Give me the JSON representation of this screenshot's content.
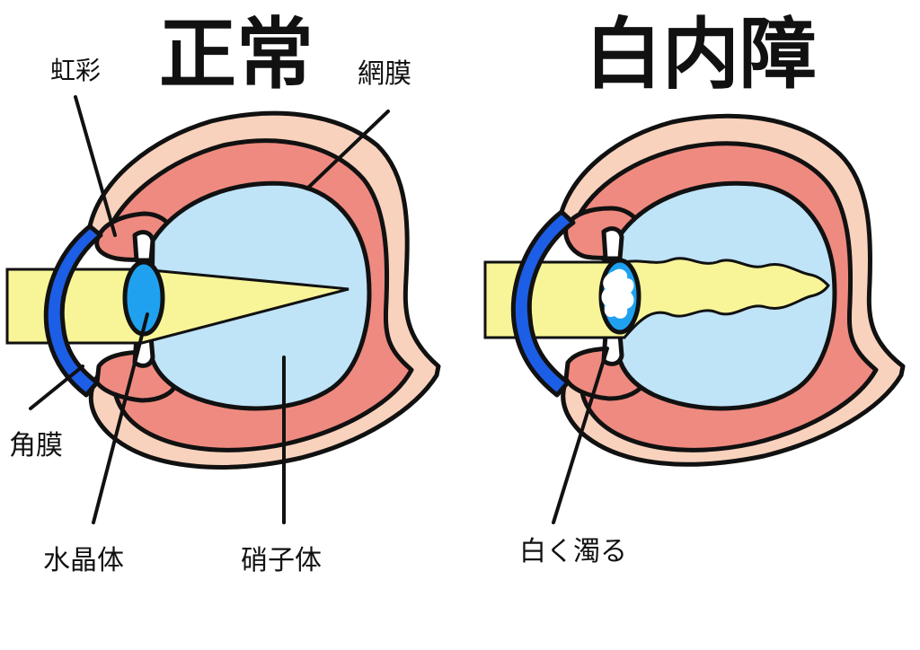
{
  "titles": {
    "normal": "正常",
    "cataract": "白内障"
  },
  "labels": {
    "iris": "虹彩",
    "retina": "網膜",
    "cornea": "角膜",
    "lens": "水晶体",
    "vitreous": "硝子体",
    "cloudy": "白く濁る"
  },
  "colors": {
    "sclera": "#f9d2bd",
    "choroid": "#ef8a80",
    "vitreous": "#bfe3f7",
    "light": "#f8f598",
    "cornea": "#1c5ee6",
    "lens": "#1fa1f0",
    "cloudy_lens": "#ffffff",
    "outline": "#111111"
  }
}
